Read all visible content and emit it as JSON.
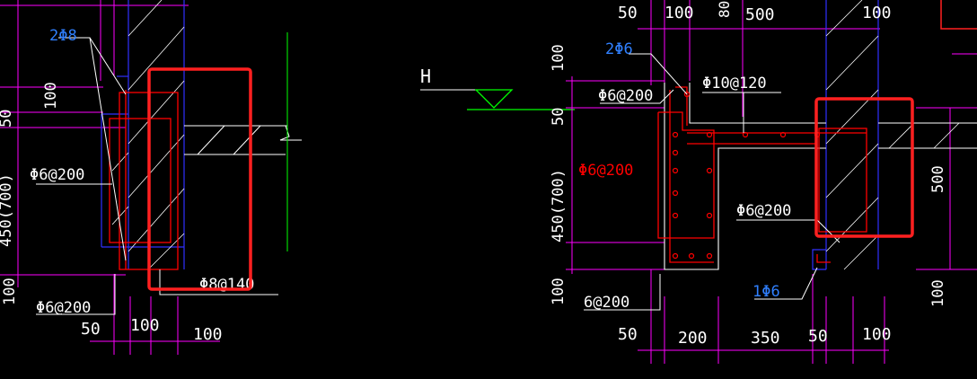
{
  "colors": {
    "background": "#000000",
    "dim": "#ff00ff",
    "rebar_red": "#ff0000",
    "wall_blue": "#3030ff",
    "leader_white": "#ffffff",
    "level_green": "#00ff00",
    "label_blue": "#3080ff",
    "highlight": "#ff2020"
  },
  "left_detail": {
    "dims_bottom": [
      "50",
      "100",
      "100"
    ],
    "dims_left": [
      "100",
      "50",
      "450(700)",
      "100"
    ],
    "labels": {
      "top_bar": "2Φ8",
      "stirrup_1": "Φ6@200",
      "stirrup_2": "Φ6@200",
      "stirrup_3": "Φ8@140"
    }
  },
  "level_marker": {
    "label": "H"
  },
  "right_detail": {
    "dims_top": [
      "50",
      "100",
      "80",
      "500",
      "100"
    ],
    "dims_bottom": [
      "50",
      "200",
      "350",
      "50",
      "100"
    ],
    "dims_left": [
      "100",
      "50",
      "450(700)",
      "100"
    ],
    "dims_right": [
      "500",
      "100"
    ],
    "labels": {
      "top_bar": "2Φ6",
      "slab_bar": "Φ10@120",
      "stirrup_a": "Φ6@200",
      "stirrup_red": "Φ6@200",
      "stirrup_b": "Φ6@200",
      "stirrup_c": "6@200",
      "bottom_bar": "1Φ6"
    }
  }
}
